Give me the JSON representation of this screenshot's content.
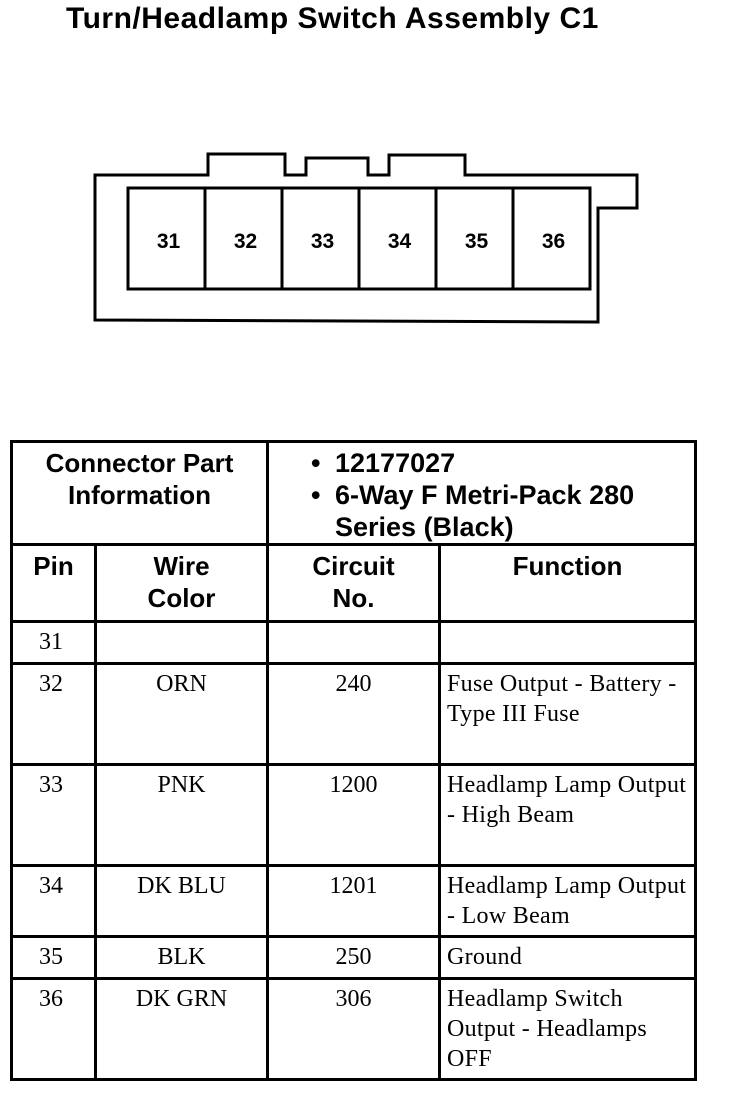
{
  "title": "Turn/Headlamp Switch Assembly C1",
  "connector_pins": [
    "31",
    "32",
    "33",
    "34",
    "35",
    "36"
  ],
  "part_info": {
    "label_line1": "Connector Part",
    "label_line2": "Information",
    "part_number": "12177027",
    "description_line1": "6-Way F Metri-Pack 280",
    "description_line2": "Series (Black)"
  },
  "columns": {
    "pin": "Pin",
    "wire_line1": "Wire",
    "wire_line2": "Color",
    "circuit_line1": "Circuit",
    "circuit_line2": "No.",
    "function": "Function"
  },
  "rows": [
    {
      "pin": "31",
      "wire": "",
      "circuit": "",
      "function": ""
    },
    {
      "pin": "32",
      "wire": "ORN",
      "circuit": "240",
      "function": "Fuse Output - Battery - Type III Fuse"
    },
    {
      "pin": "33",
      "wire": "PNK",
      "circuit": "1200",
      "function": "Headlamp Lamp Output - High Beam"
    },
    {
      "pin": "34",
      "wire": "DK BLU",
      "circuit": "1201",
      "function": "Headlamp Lamp Output - Low Beam"
    },
    {
      "pin": "35",
      "wire": "BLK",
      "circuit": "250",
      "function": "Ground"
    },
    {
      "pin": "36",
      "wire": "DK GRN",
      "circuit": "306",
      "function": "Headlamp Switch Output - Headlamps OFF"
    }
  ]
}
